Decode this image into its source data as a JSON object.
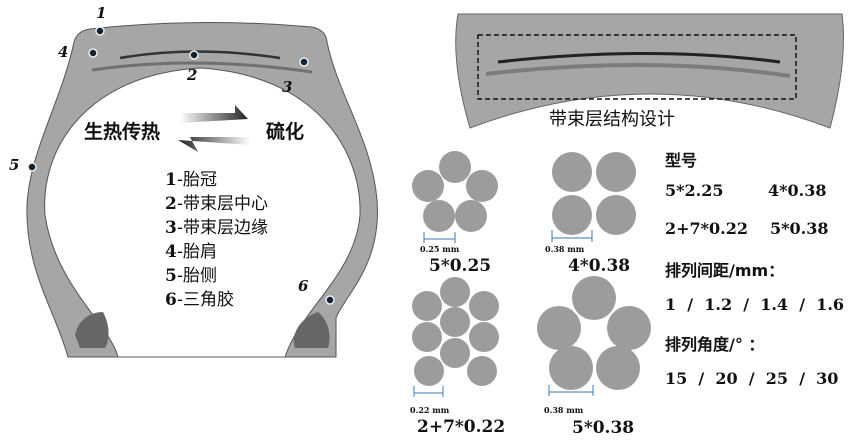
{
  "tire": {
    "markers": [
      "1",
      "2",
      "3",
      "4",
      "5",
      "6"
    ],
    "process_left": "生热传热",
    "process_right": "硫化",
    "legend": [
      {
        "num": "1",
        "label": "-胎冠"
      },
      {
        "num": "2",
        "label": "-带束层中心"
      },
      {
        "num": "3",
        "label": "-带束层边缘"
      },
      {
        "num": "4",
        "label": "-胎肩"
      },
      {
        "num": "5",
        "label": "-胎侧"
      },
      {
        "num": "6",
        "label": "-三角胶"
      }
    ]
  },
  "belt": {
    "title": "带束层结构设计"
  },
  "cords": [
    {
      "dim": "0.25 mm",
      "name": "5*0.25"
    },
    {
      "dim": "0.38 mm",
      "name": "4*0.38"
    },
    {
      "dim": "0.22 mm",
      "name": "2+7*0.22"
    },
    {
      "dim": "0.38 mm",
      "name": "5*0.38"
    }
  ],
  "specs": {
    "model_label": "型号",
    "models": [
      "5*2.25",
      "4*0.38",
      "2+7*0.22",
      "5*0.38"
    ],
    "spacing_label": "排列间距/mm：",
    "spacing_values": "1  /  1.2  /  1.4  /  1.6",
    "angle_label": "排列角度/° ：",
    "angle_values": "15  /  20  /  25  /  30"
  },
  "colors": {
    "tire": "#a6a6a6",
    "filler": "#666666",
    "cord": "#9a9a9a",
    "dim": "#3a7ab8"
  }
}
